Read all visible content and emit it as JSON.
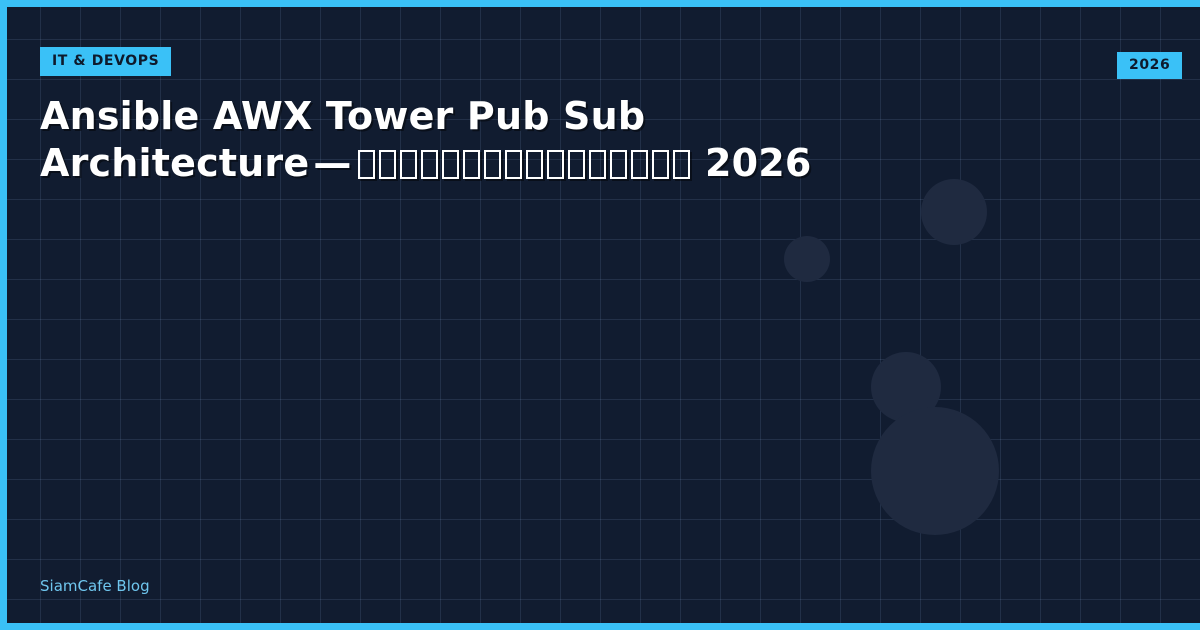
{
  "card": {
    "accent_color": "#3ac1f7",
    "background_color": "#111c30",
    "blob_color": "#1f2a40"
  },
  "badges": {
    "category": "IT & DEVOPS",
    "year": "2026"
  },
  "title": {
    "line1": "Ansible AWX Tower Pub Sub",
    "line2_prefix": "Architecture",
    "dash": "—",
    "unrendered_glyph_count": 16,
    "line3": "2026"
  },
  "footer": {
    "site": "SiamCafe Blog"
  }
}
